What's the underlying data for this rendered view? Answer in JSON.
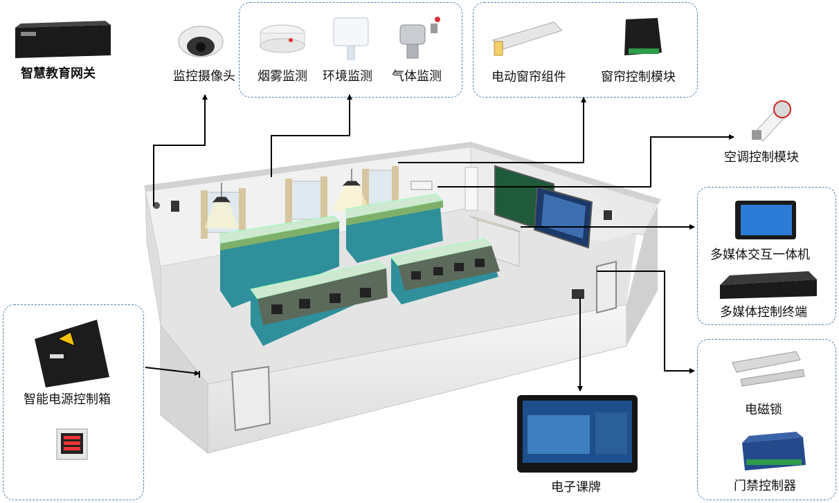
{
  "labels": {
    "gateway": "智慧教育网关",
    "camera": "监控摄像头",
    "smoke": "烟雾监测",
    "environment": "环境监测",
    "gas": "气体监测",
    "curtain_assembly": "电动窗帘组件",
    "curtain_control": "窗帘控制模块",
    "ac_control": "空调控制模块",
    "multimedia_terminal": "多媒体交互一体机",
    "multimedia_control": "多媒体控制终端",
    "power_box": "智能电源控制箱",
    "e_class_sign": "电子课牌",
    "magnetic_lock": "电磁锁",
    "access_controller": "门禁控制器"
  },
  "colors": {
    "border": "#4a7fb5",
    "connector": "#000000",
    "bench_top": "#cfe8d0",
    "bench_teal": "#2f8f9a",
    "floor": "#e6e6e6",
    "wall": "#f0f0f0",
    "board": "#1f5a3a"
  },
  "icons": [
    "gateway-icon",
    "camera-icon",
    "smoke-detector-icon",
    "environment-sensor-icon",
    "gas-detector-icon",
    "curtain-motor-icon",
    "curtain-module-icon",
    "ac-module-icon",
    "touch-screen-icon",
    "rack-terminal-icon",
    "power-box-icon",
    "power-meter-icon",
    "class-sign-icon",
    "magnetic-lock-icon",
    "access-controller-icon"
  ]
}
